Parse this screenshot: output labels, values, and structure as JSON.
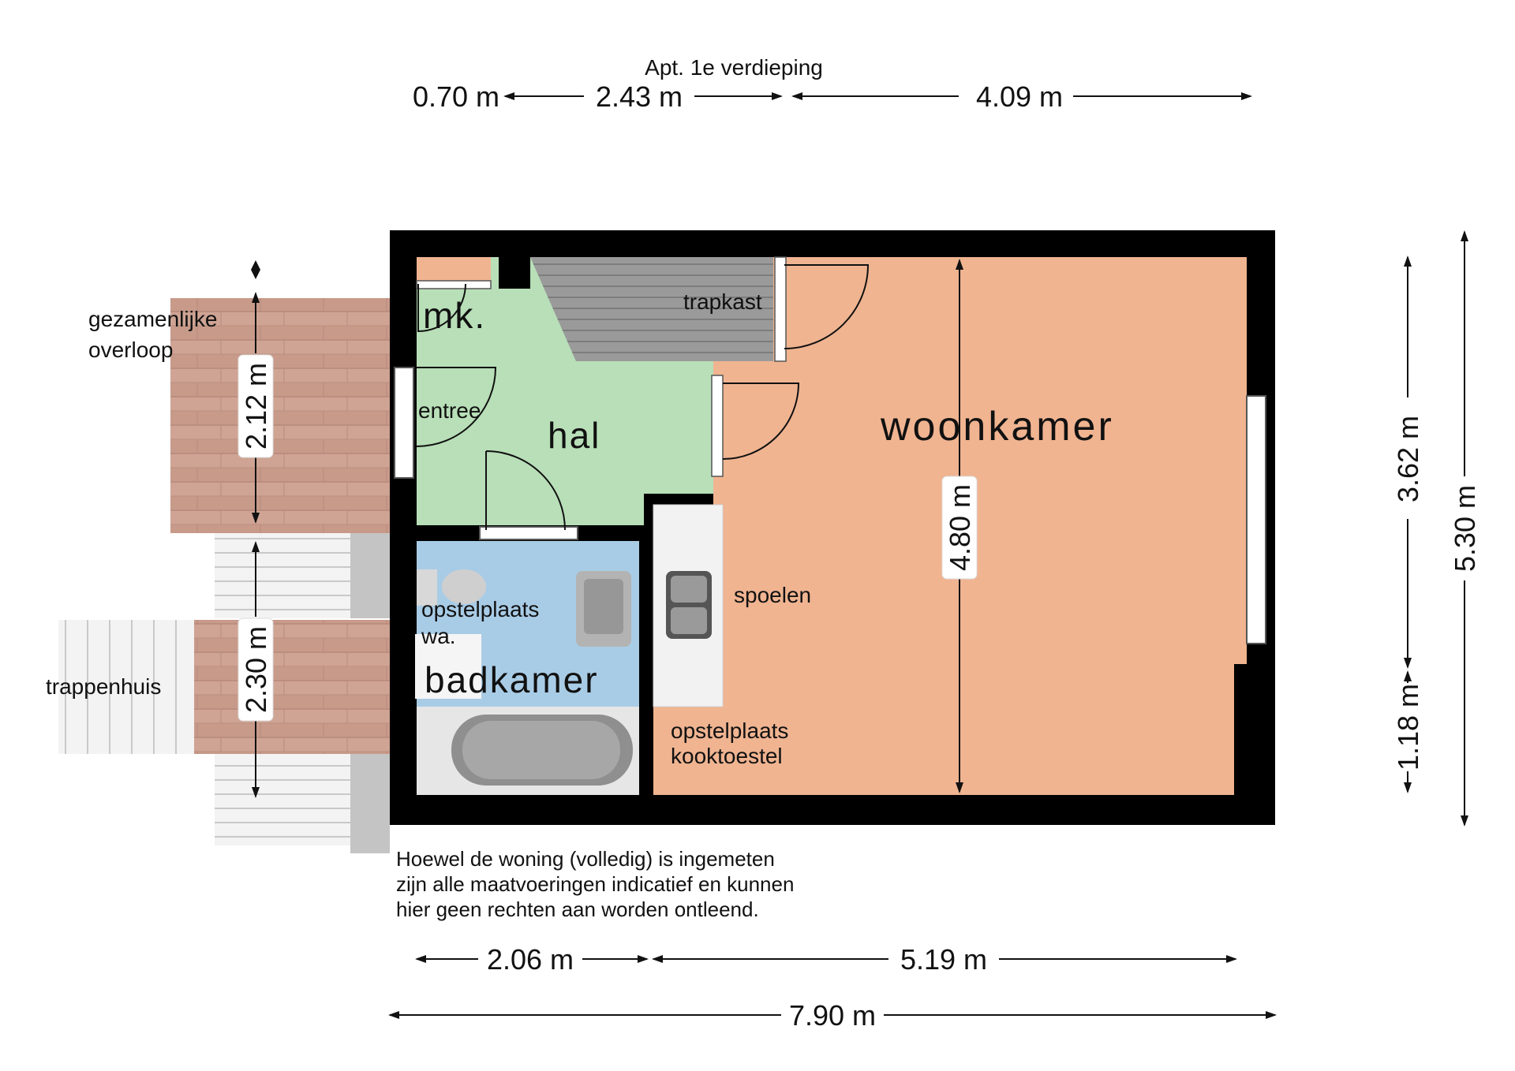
{
  "title": "Apt. 1e verdieping",
  "dimensions": {
    "top_1": "0.70 m",
    "top_2": "2.43 m",
    "top_3": "4.09 m",
    "bottom_1": "2.06 m",
    "bottom_2": "5.19 m",
    "bottom_total": "7.90 m",
    "right_1": "3.62 m",
    "right_2": "1.18 m",
    "right_total": "5.30 m",
    "landing_height": "2.12 m",
    "stair_height": "2.30 m",
    "living_height": "4.80 m"
  },
  "rooms": {
    "overloop": [
      "gezamenlijke",
      "overloop"
    ],
    "trappenhuis": "trappenhuis",
    "mk": "mk.",
    "trapkast": "trapkast",
    "entree": "entree",
    "hal": "hal",
    "woonkamer": "woonkamer",
    "opstelplaats_wa": [
      "opstelplaats",
      "wa."
    ],
    "badkamer": "badkamer",
    "spoelen": "spoelen",
    "opstelplaats_kook": [
      "opstelplaats",
      "kooktoestel"
    ]
  },
  "disclaimer": [
    "Hoewel de woning (volledig) is ingemeten",
    "zijn alle maatvoeringen indicatief en kunnen",
    "hier geen rechten aan worden ontleend."
  ],
  "colors": {
    "wall": "#000000",
    "living": "#f0b491",
    "hall": "#b8dfb8",
    "bath": "#a9cce6",
    "landing": "#c89a8a",
    "stair": "#f0f0f0"
  }
}
